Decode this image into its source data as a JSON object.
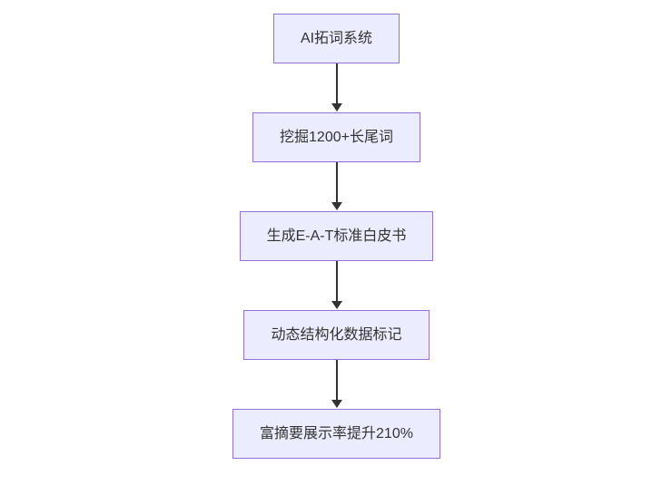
{
  "diagram": {
    "type": "flowchart",
    "direction": "top-down",
    "style": {
      "node_fill": "#ECECFF",
      "node_border": "#9370DB",
      "node_text_color": "#333333",
      "arrow_color": "#333333",
      "background": "#FFFFFF"
    },
    "nodes": [
      {
        "id": "n1",
        "label": "AI拓词系统"
      },
      {
        "id": "n2",
        "label": "挖掘1200+长尾词"
      },
      {
        "id": "n3",
        "label": "生成E-A-T标准白皮书"
      },
      {
        "id": "n4",
        "label": "动态结构化数据标记"
      },
      {
        "id": "n5",
        "label": "富摘要展示率提升210%"
      }
    ],
    "edges": [
      {
        "from": "n1",
        "to": "n2"
      },
      {
        "from": "n2",
        "to": "n3"
      },
      {
        "from": "n3",
        "to": "n4"
      },
      {
        "from": "n4",
        "to": "n5"
      }
    ]
  }
}
